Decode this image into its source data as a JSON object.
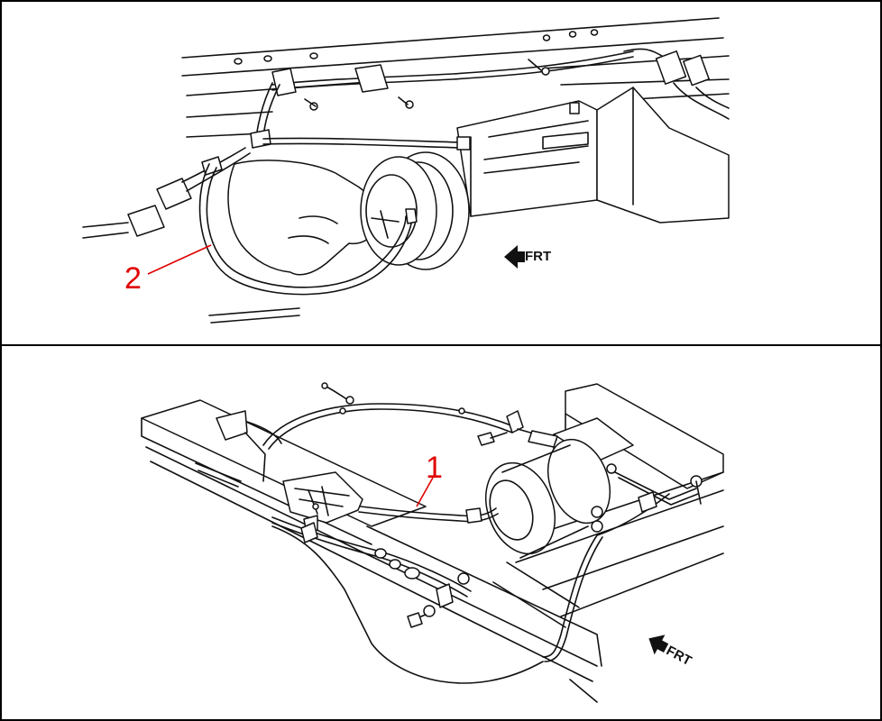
{
  "top_panel": {
    "callout_number": "2",
    "callout_color": "#e00000",
    "direction_label": "FRT"
  },
  "bottom_panel": {
    "callout_number": "1",
    "callout_color": "#e00000",
    "direction_label": "FRT"
  }
}
